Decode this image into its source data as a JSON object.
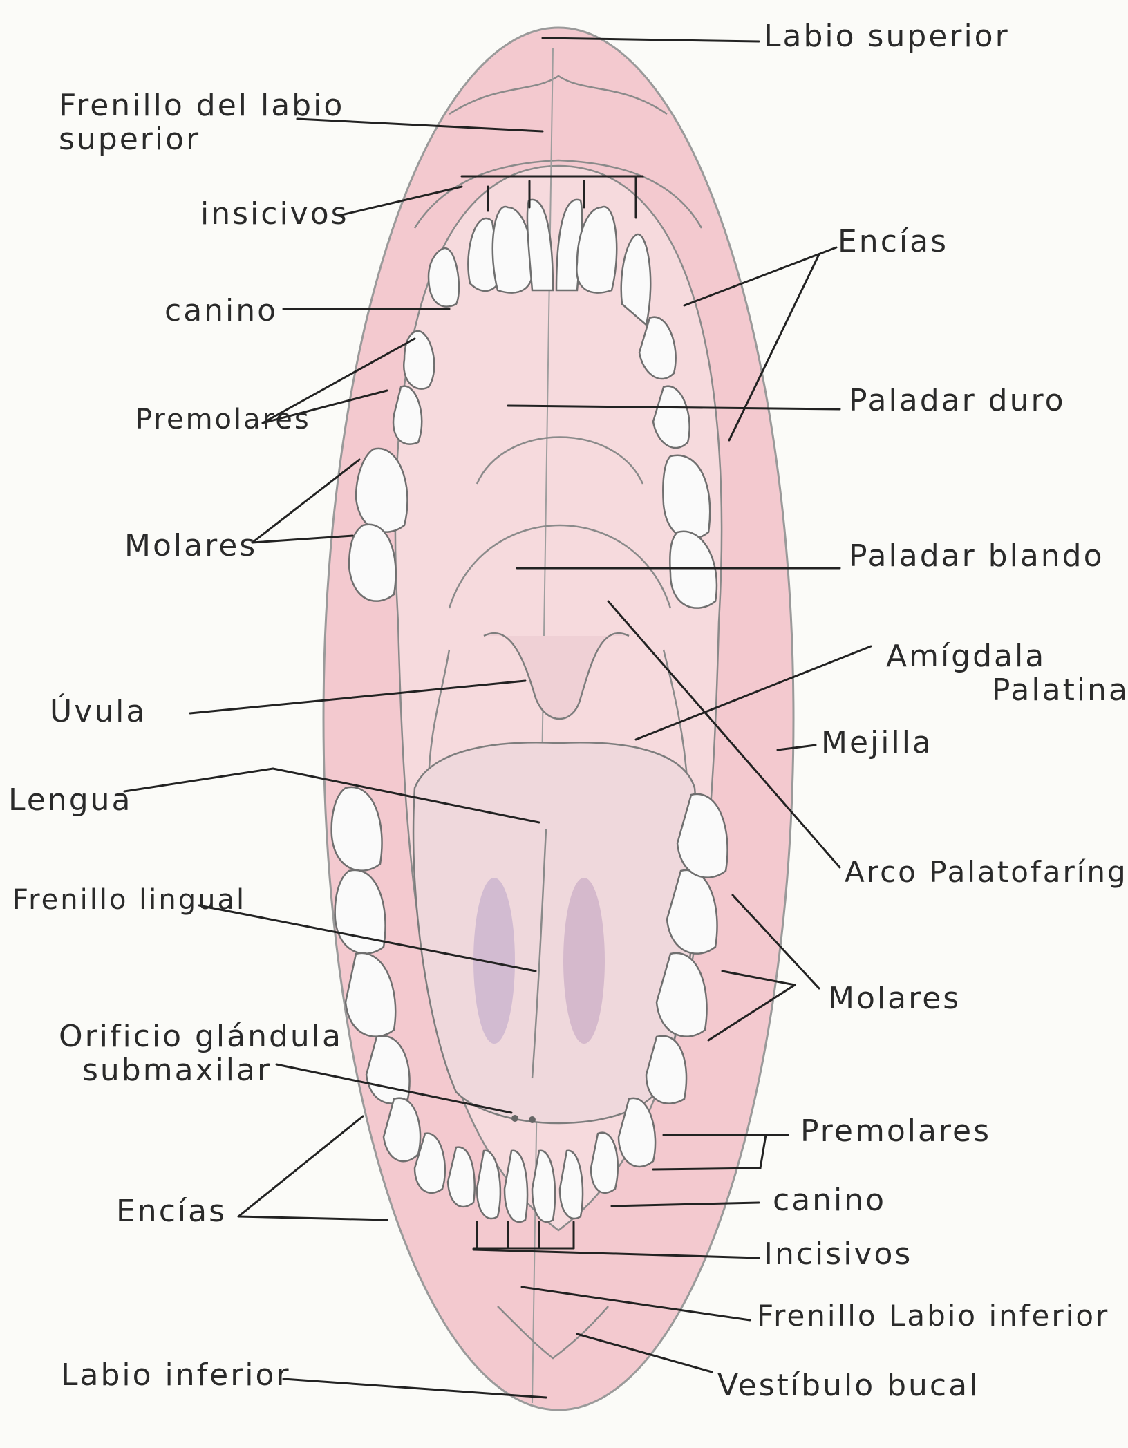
{
  "diagram": {
    "colors": {
      "paper": "#fbfbf8",
      "mucosa": "#f3c9cf",
      "mucosa_light": "#f6dadd",
      "tongue": "#efd8dc",
      "tongue_shadow": "#b9a4c8",
      "tooth": "#fafafa",
      "ink": "#2a2a2a"
    },
    "labels": {
      "labio_superior": "Labio superior",
      "frenillo_labio_superior": "Frenillo del labio\nsuperior",
      "incisivos_sup": "insicivos",
      "canino_sup": "canino",
      "premolares_sup": "Premolares",
      "molares_sup": "Molares",
      "encias_sup": "Encías",
      "paladar_duro": "Paladar duro",
      "paladar_blando": "Paladar blando",
      "amigdala": "Amígdala\n         Palatina",
      "uvula": "Úvula",
      "mejilla": "Mejilla",
      "lengua": "Lengua",
      "arco": "Arco Palatofaríngeo",
      "frenillo_lingual": "Frenillo lingual",
      "molares_inf": "Molares",
      "orificio": "Orificio glándula\n  submaxilar",
      "premolares_inf": "Premolares",
      "canino_inf": "canino",
      "encias_inf": "Encías",
      "incisivos_inf": "Incisivos",
      "frenillo_labio_inferior": "Frenillo Labio inferior",
      "labio_inferior": "Labio inferior",
      "vestibulo": "Vestíbulo bucal"
    }
  }
}
